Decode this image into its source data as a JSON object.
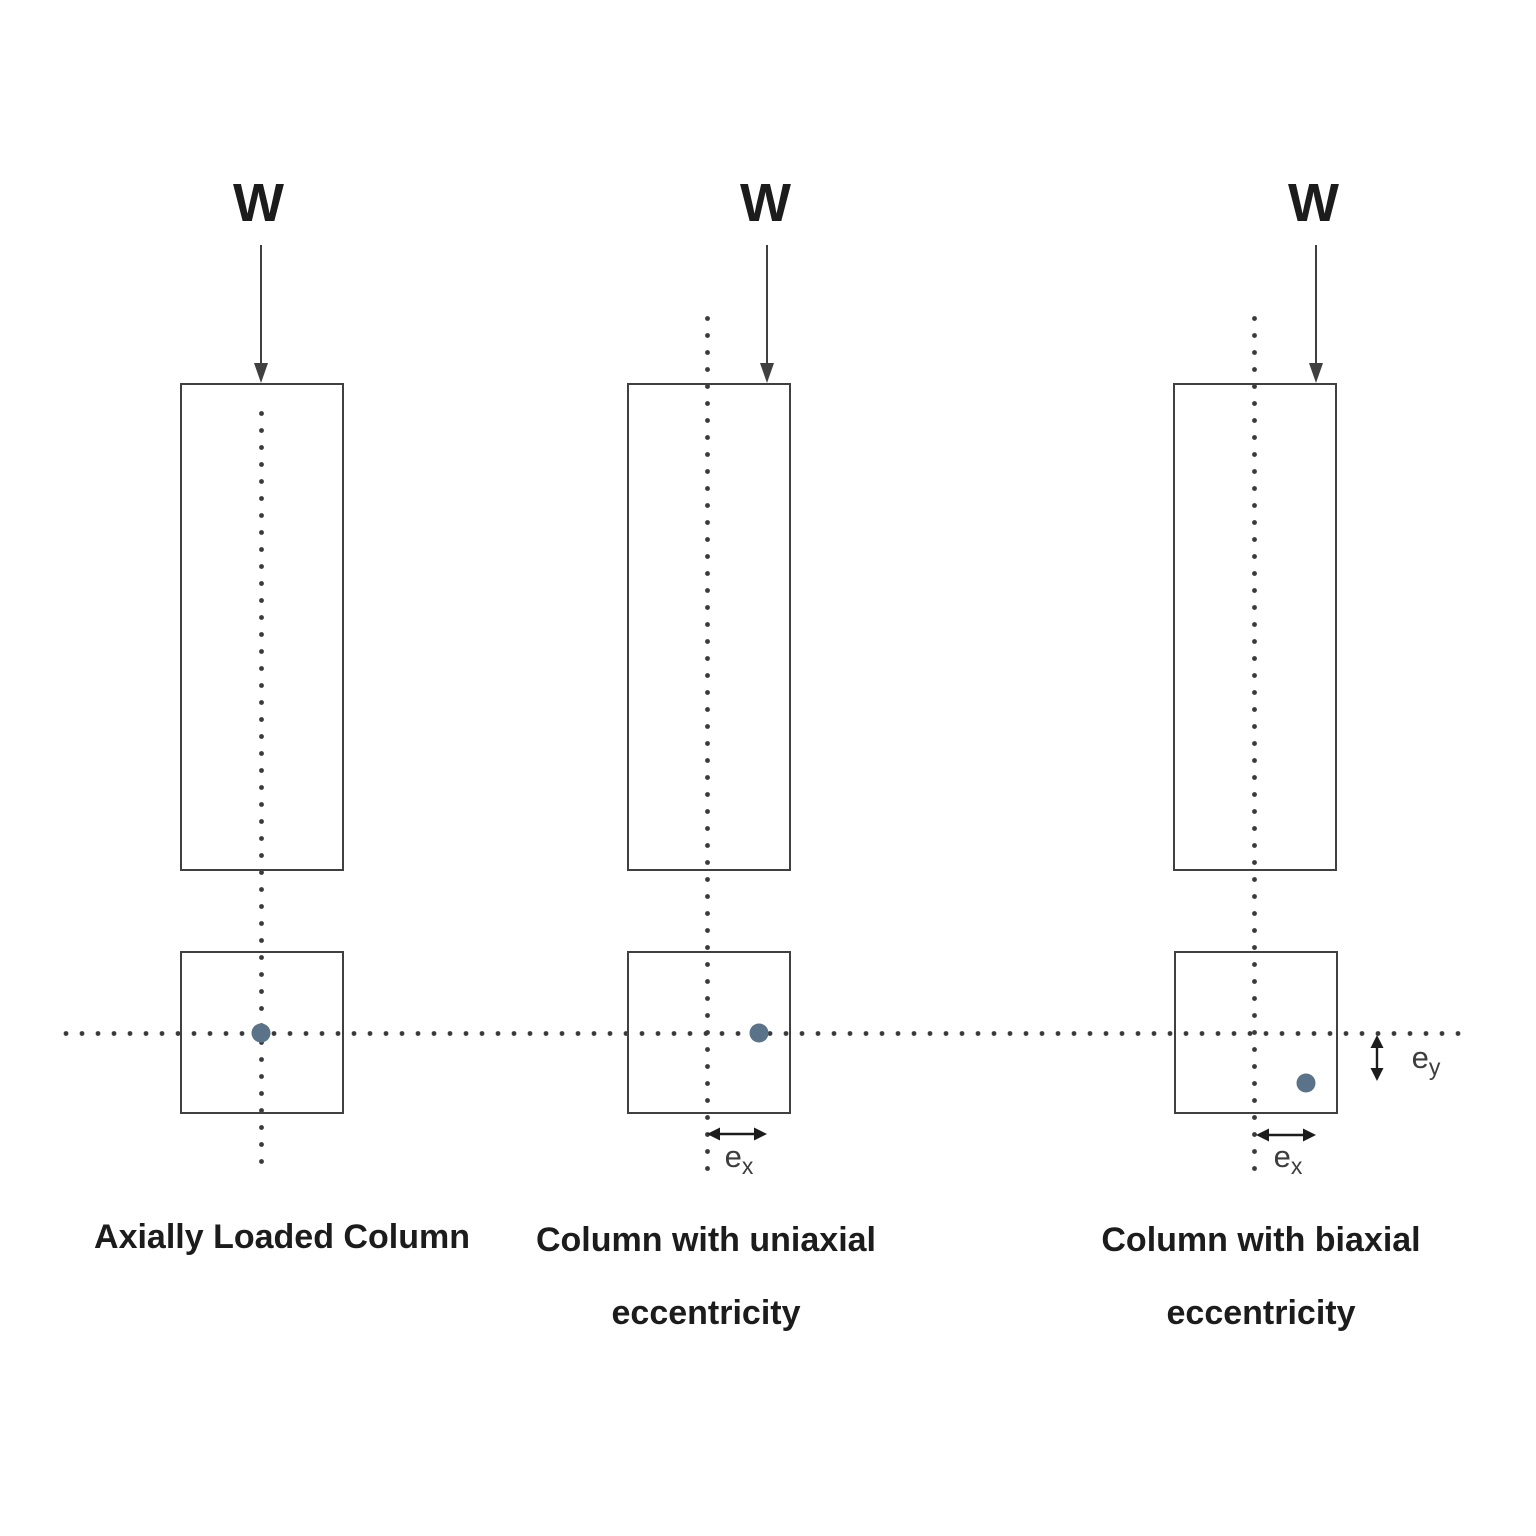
{
  "diagram": {
    "load_label": "W",
    "figures": [
      {
        "id": "axially-loaded-column",
        "load_label": "W",
        "caption_lines": [
          "Axially Loaded Column"
        ],
        "load_point": "center"
      },
      {
        "id": "column-uniaxial-eccentricity",
        "load_label": "W",
        "caption_lines": [
          "Column with uniaxial",
          "eccentricity"
        ],
        "load_point": "offset-x",
        "dimensions": {
          "ex": {
            "base": "e",
            "sub": "x"
          }
        }
      },
      {
        "id": "column-biaxial-eccentricity",
        "load_label": "W",
        "caption_lines": [
          "Column with biaxial",
          "eccentricity"
        ],
        "load_point": "offset-x-and-y",
        "dimensions": {
          "ex": {
            "base": "e",
            "sub": "x"
          },
          "ey": {
            "base": "e",
            "sub": "y"
          }
        }
      }
    ],
    "colors": {
      "background": "#ffffff",
      "outline": "#404040",
      "dotted_line": "#3a3a3a",
      "text": "#1c1c1c",
      "dimension_text": "#3d3d3d",
      "load_point": "#5b7389"
    }
  }
}
